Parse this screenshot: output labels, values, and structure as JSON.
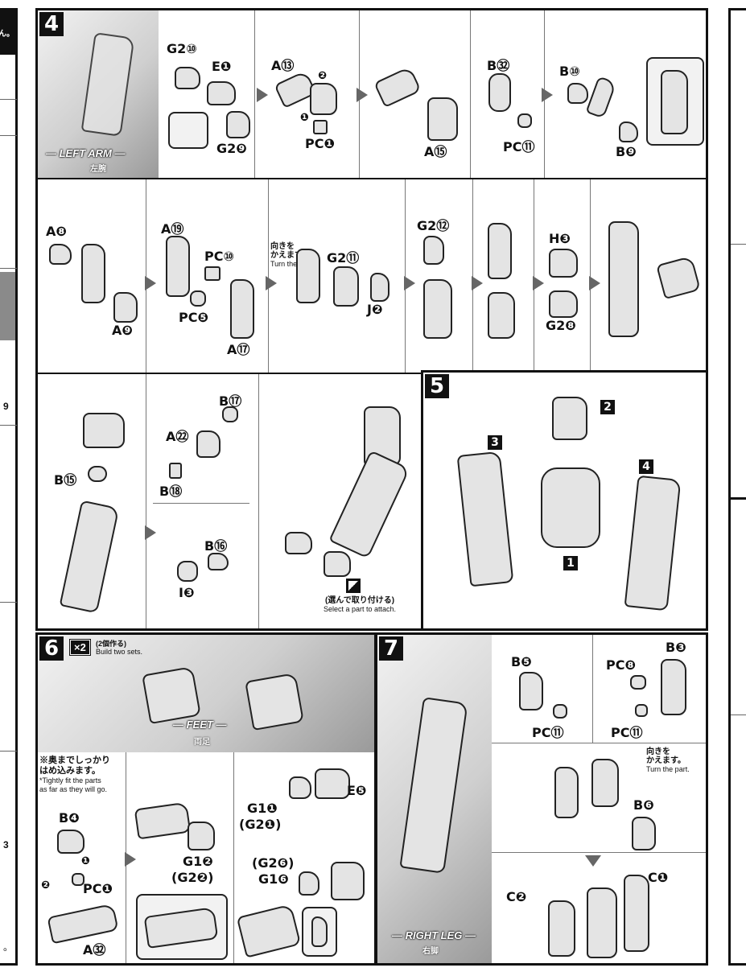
{
  "left_strip": {
    "top_char": "ん。",
    "side_mark_1": "9",
    "side_mark_2": "3",
    "side_mark_3": "。"
  },
  "step4": {
    "number": "4",
    "banner": {
      "title": "— LEFT ARM —",
      "jp": "左腕"
    },
    "row1": {
      "labels": [
        "G2⑩",
        "E❶",
        "G2❾",
        "A⑬",
        "PC❶",
        "A⑮",
        "B㉜",
        "PC⑪",
        "B⑩",
        "B❾"
      ],
      "step_marks": [
        "❷",
        "❶"
      ]
    },
    "row2": {
      "labels": [
        "A❽",
        "A❾",
        "A⑲",
        "PC⑩",
        "PC❺",
        "A⑰",
        "G2⑪",
        "J❷",
        "G2⑫",
        "H❸",
        "G2❽"
      ],
      "turn_note_jp": "向きを\nかえます。",
      "turn_note_en": "Turn the part."
    },
    "row3": {
      "labels": [
        "B⑮",
        "B⑰",
        "A㉒",
        "B⑱",
        "B⑯",
        "I❸"
      ],
      "select_note_jp": "(選んで取り付ける)",
      "select_note_en": "Select a part to attach."
    }
  },
  "step5": {
    "number": "5",
    "callouts": [
      "2",
      "3",
      "4",
      "1"
    ]
  },
  "step6": {
    "number": "6",
    "badge": "×2",
    "badge_jp": "(2個作る)",
    "badge_en": "Build two sets.",
    "banner": {
      "title": "— FEET —",
      "jp": "両足"
    },
    "note_jp": "※奥までしっかり\nはめ込みます。",
    "note_en": "*Tightly fit the parts\nas far as they will go.",
    "labels": [
      "B❹",
      "PC❶",
      "A㉜",
      "G1❷",
      "(G2❷)",
      "G1❶",
      "(G2❶)",
      "E❺",
      "(G2❻)",
      "G1❻"
    ],
    "step_marks": [
      "❶",
      "❷"
    ]
  },
  "step7": {
    "number": "7",
    "banner": {
      "title": "— RIGHT LEG —",
      "jp": "右脚"
    },
    "labels": [
      "B❺",
      "PC⑪",
      "B❸",
      "PC❽",
      "PC⑪",
      "B❻",
      "C❶",
      "C❷"
    ],
    "turn_note_jp": "向きを\nかえます。",
    "turn_note_en": "Turn the part."
  }
}
